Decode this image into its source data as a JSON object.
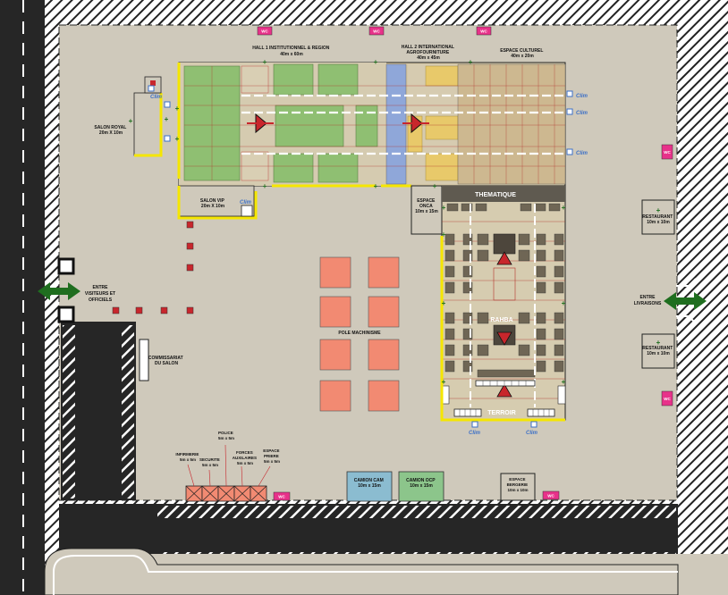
{
  "colors": {
    "ground": "#cfc9bb",
    "road": "#262626",
    "hatch": "#222222",
    "hall1": "#8fbf72",
    "hall2": "#e8c96a",
    "blue_aisle": "#8fa7d9",
    "culture": "#cdb890",
    "salmon": "#f28a72",
    "yellow": "#f5e600",
    "wc": "#e8328a",
    "booth_dark": "#6f6655",
    "red_stand": "#c8262c",
    "camion_cam": "#8bbcd0",
    "camion_ocp": "#8cc58b",
    "arrow_green": "#1f6e1f",
    "clim": "#3b6fc7"
  },
  "wc_label": "WC",
  "clim_label": "Clim",
  "halls": {
    "hall1": {
      "name": "HALL 1 INSTITUTIONNEL & REGION",
      "size": "40m x 60m"
    },
    "hall2": {
      "name": "HALL 2 INTERNATIONAL",
      "name2": "AGROFOURNITURE",
      "size": "40m x 45m"
    },
    "culture": {
      "name": "ESPACE CULTUREL",
      "size": "40m x 20m"
    }
  },
  "salon_royal": {
    "name": "SALON ROYAL",
    "size": "20m X 10m"
  },
  "salon_vip": {
    "name": "SALON VIP",
    "size": "20m X 10m"
  },
  "espace_onca": {
    "name": "ESPACE",
    "name2": "ONCA",
    "size": "10m x 15m"
  },
  "thematique": "THEMATIQUE",
  "rahba": "RAHBA",
  "terroir": "TERROIR",
  "restaurant": {
    "name": "RESTAURANT",
    "size": "10m x 10m"
  },
  "entre_visiteurs": {
    "l1": "ENTRE",
    "l2": "VISITEURS ET",
    "l3": "OFFICIELS"
  },
  "entre_livraisons": {
    "l1": "ENTRE",
    "l2": "LIVRAISONS"
  },
  "pole_machinisme": "POLE MACHINISME",
  "commissariat": {
    "l1": "COMMISSARIAT",
    "l2": "DU SALON"
  },
  "services": {
    "infirmerie": {
      "name": "INFIRMERIE",
      "size": "5m x 5m"
    },
    "securite": {
      "name": "SECURITE",
      "size": "5m x 5m"
    },
    "police": {
      "name": "POLICE",
      "size": "5m x 5m"
    },
    "forces": {
      "name": "FORCES",
      "name2": "AUXILAIRES",
      "size": "5m x 5m"
    },
    "priere": {
      "name": "ESPACE",
      "name2": "PRIERE",
      "size": "5m x 5m"
    }
  },
  "camion_cam": {
    "name": "CAMION CAM",
    "size": "10m x 15m"
  },
  "camion_ocp": {
    "name": "CAMION OCP",
    "size": "10m x 15m"
  },
  "bergerie": {
    "name": "ESPACE",
    "name2": "BERGERIE",
    "size": "10m x 10m"
  }
}
